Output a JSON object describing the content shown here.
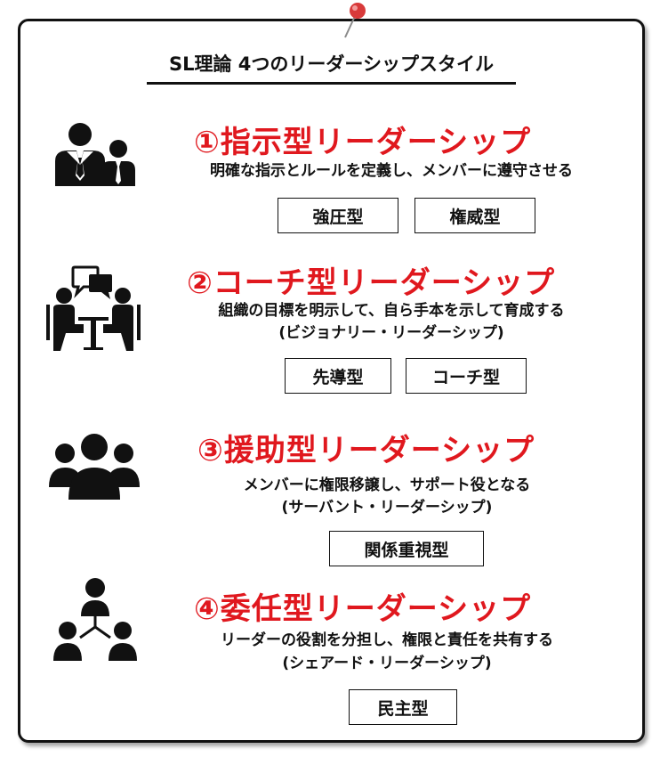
{
  "title": "SL理論 4つのリーダーシップスタイル",
  "colors": {
    "accent": "#e0181e",
    "text": "#111111",
    "pin": "#d83a3a"
  },
  "sections": [
    {
      "heading": "①指示型リーダーシップ",
      "desc1": "明確な指示とルールを定義し、メンバーに遵守させる",
      "desc2": "",
      "tags": [
        "強圧型",
        "権威型"
      ],
      "icon": "manager-and-staff-icon"
    },
    {
      "heading": "②コーチ型リーダーシップ",
      "desc1": "組織の目標を明示して、自ら手本を示して育成する",
      "desc2": "(ビジョナリー・リーダーシップ)",
      "tags": [
        "先導型",
        "コーチ型"
      ],
      "icon": "meeting-conversation-icon"
    },
    {
      "heading": "③援助型リーダーシップ",
      "desc1": "メンバーに権限移譲し、サポート役となる",
      "desc2": "(サーバント・リーダーシップ)",
      "tags": [
        "関係重視型"
      ],
      "icon": "group-of-people-icon"
    },
    {
      "heading": "④委任型リーダーシップ",
      "desc1": "リーダーの役割を分担し、権限と責任を共有する",
      "desc2": "(シェアード・リーダーシップ)",
      "tags": [
        "民主型"
      ],
      "icon": "network-people-icon"
    }
  ]
}
